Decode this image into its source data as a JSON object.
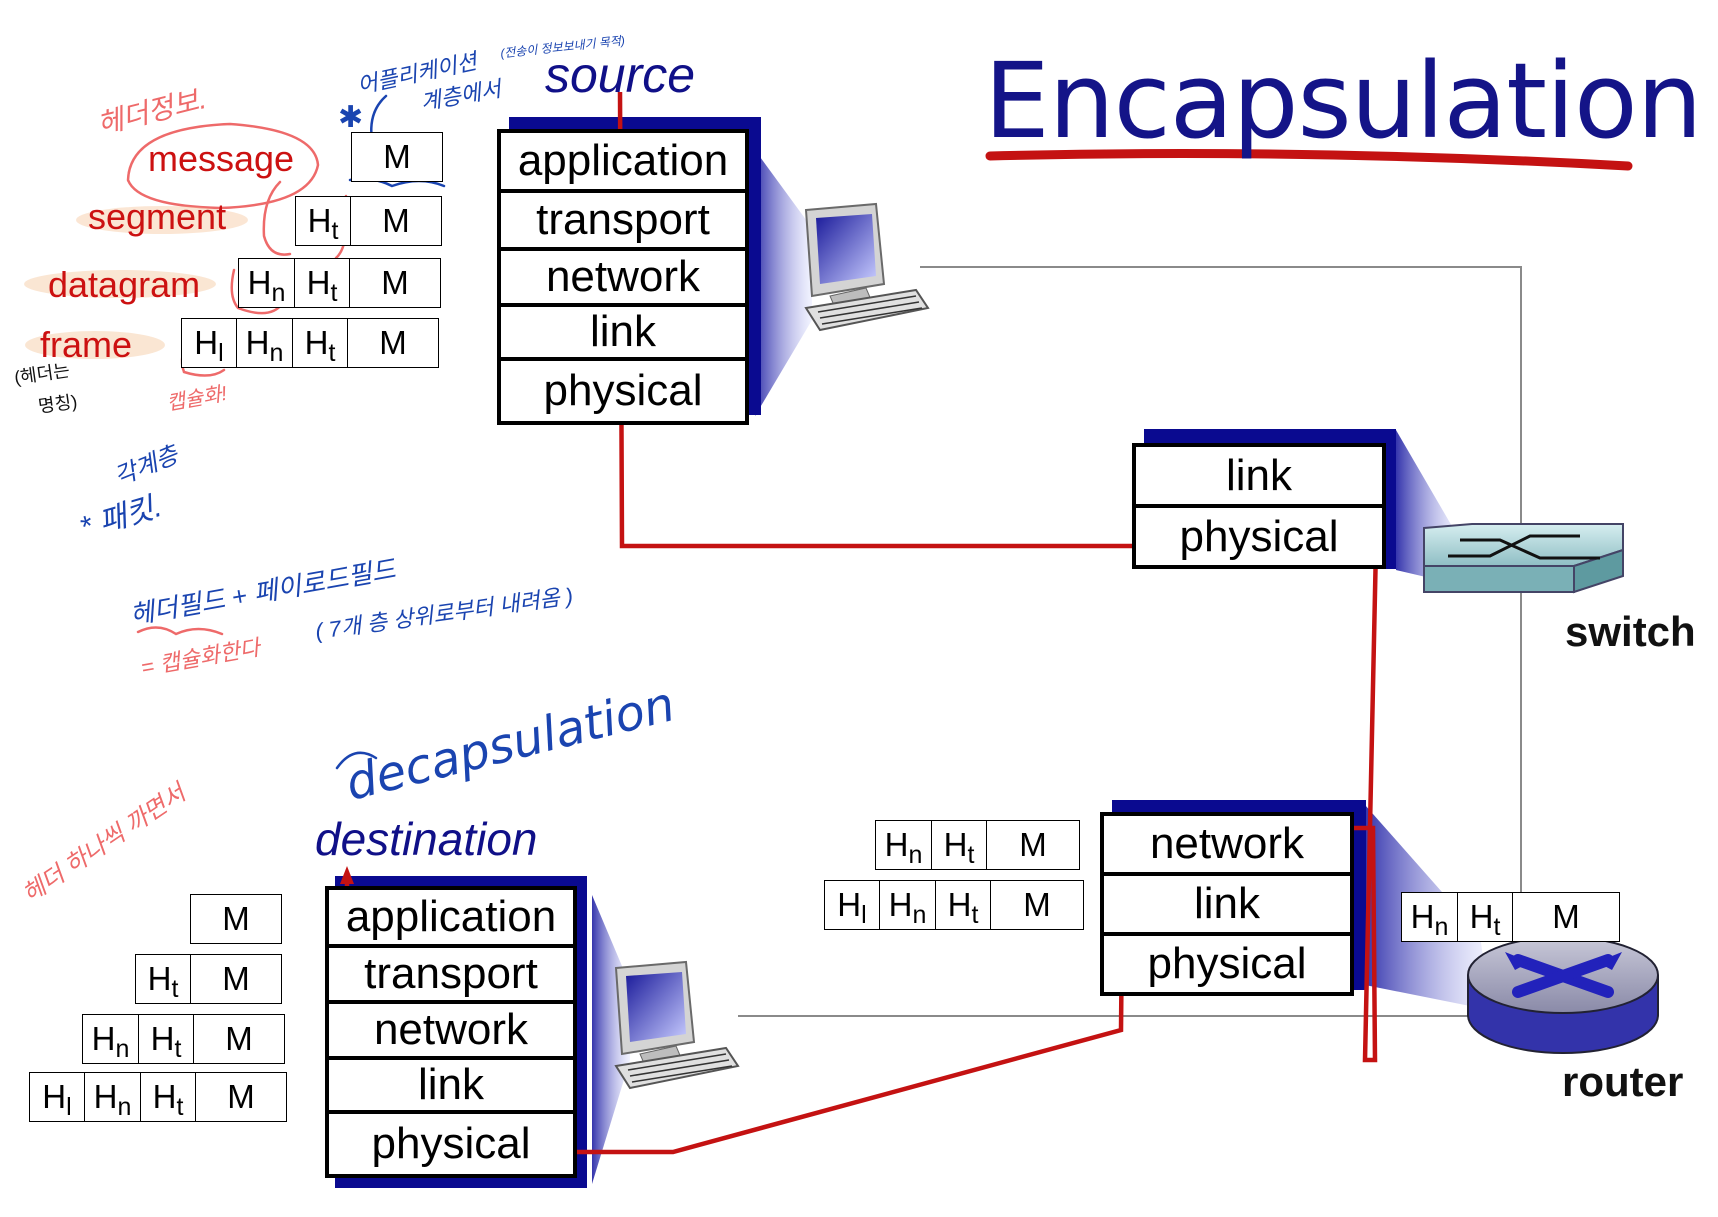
{
  "title": "Encapsulation",
  "source_label": "source",
  "destination_label": "destination",
  "switch_label": "switch",
  "router_label": "router",
  "pdu_labels": [
    "message",
    "segment",
    "datagram",
    "frame"
  ],
  "source_stack": [
    "application",
    "transport",
    "network",
    "link",
    "physical"
  ],
  "destination_stack": [
    "application",
    "transport",
    "network",
    "link",
    "physical"
  ],
  "switch_stack": [
    "link",
    "physical"
  ],
  "router_stack": [
    "network",
    "link",
    "physical"
  ],
  "packet": {
    "M": "M",
    "H": "H",
    "t": "t",
    "n": "n",
    "l": "l"
  },
  "annotations": {
    "header_info": "헤더정보.",
    "app_layer_note": "어플리케이션",
    "app_layer_note2": "계층에서",
    "small_note": "(전송이 정보보내기 목적)",
    "bracket_note": "(헤더는",
    "bracket_note2": "명칭)",
    "encap_note": "캡슐화!",
    "packet_note": "각계층",
    "packet_note2": "* 패킷.",
    "header_payload": "헤더필드 + 페이로드필드",
    "header_payload2": "( 7개 층 상위로부터 내려옴 )",
    "encap_note2": "= 캡슐화한다",
    "decap_note": "decapsulation",
    "dest_note": "헤더 하나씩 까면서"
  },
  "colors": {
    "title_blue": "#141488",
    "pdu_red": "#cc1111",
    "path_red": "#c41212",
    "shadow_blue": "#0a0a90",
    "pen_blue": "#1a44b0",
    "pen_pink": "#ee6a6a"
  },
  "icons": [
    "desktop-computer-icon",
    "switch-icon",
    "router-icon"
  ]
}
